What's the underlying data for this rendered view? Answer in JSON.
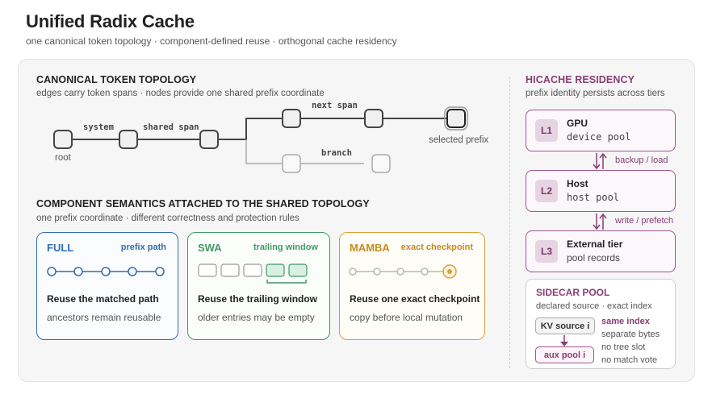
{
  "header": {
    "title": "Unified Radix Cache",
    "subtitle": "one canonical token topology · component-defined reuse · orthogonal cache residency"
  },
  "topology": {
    "title": "CANONICAL TOKEN TOPOLOGY",
    "subtitle": "edges carry token spans · nodes provide one shared prefix coordinate",
    "edge_labels": [
      "system",
      "shared span",
      "next span",
      "branch"
    ],
    "node_labels": {
      "root": "root",
      "selected": "selected prefix"
    }
  },
  "semantics": {
    "title": "COMPONENT SEMANTICS ATTACHED TO THE SHARED TOPOLOGY",
    "subtitle": "one prefix coordinate · different correctness and protection rules",
    "cards": [
      {
        "name": "FULL",
        "tag": "prefix path",
        "main": "Reuse the matched path",
        "sub": "ancestors remain reusable",
        "color": "#2f6db0"
      },
      {
        "name": "SWA",
        "tag": "trailing window",
        "main": "Reuse the trailing window",
        "sub": "older entries may be empty",
        "color": "#3f9a67"
      },
      {
        "name": "MAMBA",
        "tag": "exact checkpoint",
        "main": "Reuse one exact checkpoint",
        "sub": "copy before local mutation",
        "color": "#d8a132"
      }
    ]
  },
  "hicache": {
    "title": "HICACHE RESIDENCY",
    "subtitle": "prefix identity persists across tiers",
    "accent": "#a0568e",
    "tiers": [
      {
        "badge": "L1",
        "name": "GPU",
        "desc": "device pool"
      },
      {
        "badge": "L2",
        "name": "Host",
        "desc": "host pool"
      },
      {
        "badge": "L3",
        "name": "External tier",
        "desc": "pool records"
      }
    ],
    "arrows": [
      "backup / load",
      "write / prefetch"
    ]
  },
  "sidecar": {
    "title": "SIDECAR POOL",
    "subtitle": "declared source · exact index",
    "source": "KV source i",
    "target": "aux pool i",
    "notes": [
      "same index",
      "separate bytes",
      "no tree slot",
      "no match vote"
    ]
  }
}
